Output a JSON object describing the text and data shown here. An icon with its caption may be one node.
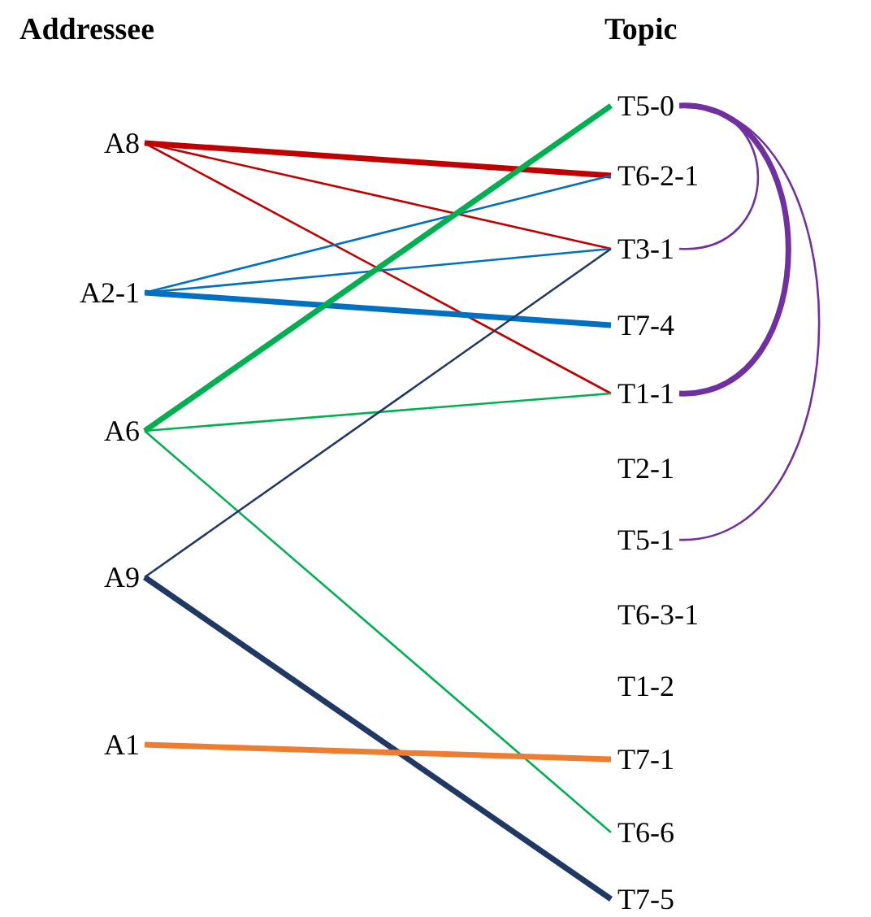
{
  "diagram": {
    "nodes": [
      {
        "text": [
          "A8"
        ]
      },
      {
        "text": [
          "A2-1"
        ]
      },
      {
        "text": [
          "A6"
        ]
      },
      {
        "text": [
          "A9"
        ]
      },
      {
        "text": [
          "A1"
        ]
      },
      {
        "text": [
          "T5-0"
        ]
      },
      {
        "text": [
          "T6-2-1"
        ]
      },
      {
        "text": [
          "T3-1"
        ]
      },
      {
        "text": [
          "T7-4"
        ]
      },
      {
        "text": [
          "T1-1"
        ]
      },
      {
        "text": [
          "T2-1"
        ]
      },
      {
        "text": [
          "T5-1"
        ]
      },
      {
        "text": [
          "T6-3-1"
        ]
      },
      {
        "text": [
          "T1-2"
        ]
      },
      {
        "text": [
          "T7-1"
        ]
      },
      {
        "text": [
          "T6-6"
        ]
      },
      {
        "text": [
          "T7-5"
        ]
      }
    ],
    "edges": [
      {
        "from": 0,
        "to": 6,
        "arrow": "none",
        "style": "thick",
        "color": "#c00000"
      },
      {
        "from": 0,
        "to": 7,
        "arrow": "none",
        "color": "#c00000"
      },
      {
        "from": 0,
        "to": 9,
        "arrow": "none",
        "color": "#c00000"
      },
      {
        "from": 1,
        "to": 6,
        "arrow": "none",
        "color": "#0070c0"
      },
      {
        "from": 1,
        "to": 7,
        "arrow": "none",
        "color": "#0070c0"
      },
      {
        "from": 1,
        "to": 8,
        "arrow": "none",
        "style": "thick",
        "color": "#0070c0"
      },
      {
        "from": 2,
        "to": 5,
        "arrow": "none",
        "style": "thick",
        "color": "#00b050"
      },
      {
        "from": 2,
        "to": 9,
        "arrow": "none",
        "color": "#00b050"
      },
      {
        "from": 2,
        "to": 15,
        "arrow": "none",
        "color": "#00b050"
      },
      {
        "from": 3,
        "to": 7,
        "arrow": "none",
        "color": "#203864"
      },
      {
        "from": 3,
        "to": 16,
        "arrow": "none",
        "style": "thick",
        "color": "#203864"
      },
      {
        "from": 4,
        "to": 14,
        "arrow": "none",
        "style": "thick",
        "color": "#ed7d31"
      },
      {
        "from": 5,
        "to": 7,
        "arrow": "none",
        "color": "#7030a0"
      },
      {
        "from": 5,
        "to": 9,
        "arrow": "none",
        "style": "thick",
        "color": "#7030a0"
      },
      {
        "from": 5,
        "to": 11,
        "arrow": "none",
        "color": "#7030a0"
      }
    ],
    "labels": [
      "Addressee",
      "Topic"
    ]
  }
}
